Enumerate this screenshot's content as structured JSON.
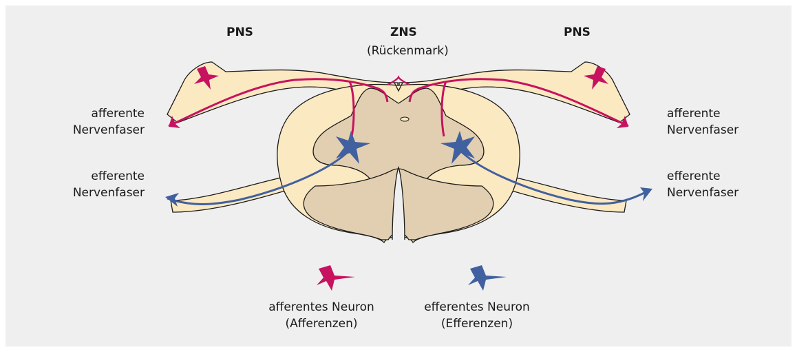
{
  "labels": {
    "pns_left": "PNS",
    "zns": "ZNS",
    "zns_sub": "(Rückenmark)",
    "pns_right": "PNS",
    "afferent_fiber_line1": "afferente",
    "afferent_fiber_line2": "Nervenfaser",
    "efferent_fiber_line1": "efferente",
    "efferent_fiber_line2": "Nervenfaser"
  },
  "legend": {
    "afferent_line1": "afferentes Neuron",
    "afferent_line2": "(Afferenzen)",
    "efferent_line1": "efferentes Neuron",
    "efferent_line2": "(Efferenzen)"
  },
  "colors": {
    "background": "#efefef",
    "nerve_fill": "#fbe9c2",
    "white_matter": "#fbe9c2",
    "gray_matter": "#e2cfb1",
    "afferent": "#c7125f",
    "efferent": "#41609f",
    "outline": "#1a1a1a"
  }
}
